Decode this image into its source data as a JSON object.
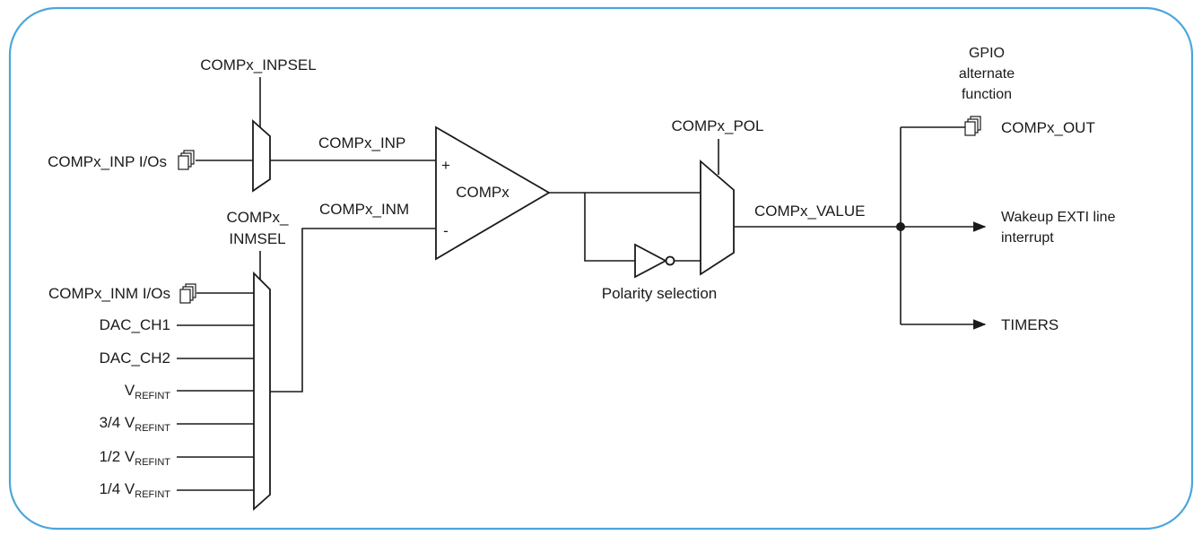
{
  "colors": {
    "frame": "#4aa6dd",
    "line": "#1a1a1a",
    "background": "#ffffff"
  },
  "labels": {
    "inpsel": "COMPx_INPSEL",
    "inp_ios": "COMPx_INP I/Os",
    "inp_net": "COMPx_INP",
    "inm_net": "COMPx_INM",
    "inmsel_line1": "COMPx_",
    "inmsel_line2": "INMSEL",
    "comparator": "COMPx",
    "plus": "+",
    "minus": "-",
    "pol": "COMPx_POL",
    "polarity": "Polarity selection",
    "value": "COMPx_VALUE",
    "gpio_line1": "GPIO",
    "gpio_line2": "alternate",
    "gpio_line3": "function",
    "out": "COMPx_OUT",
    "wakeup_line1": "Wakeup EXTI line",
    "wakeup_line2": "interrupt",
    "timers": "TIMERS"
  },
  "inm_inputs": [
    {
      "text": "COMPx_INM I/Os",
      "sub": ""
    },
    {
      "text": "DAC_CH1",
      "sub": ""
    },
    {
      "text": "DAC_CH2",
      "sub": ""
    },
    {
      "text": "V",
      "sub": "REFINT"
    },
    {
      "text": "3/4 V",
      "sub": "REFINT"
    },
    {
      "text": "1/2 V",
      "sub": "REFINT"
    },
    {
      "text": "1/4 V",
      "sub": "REFINT"
    }
  ]
}
